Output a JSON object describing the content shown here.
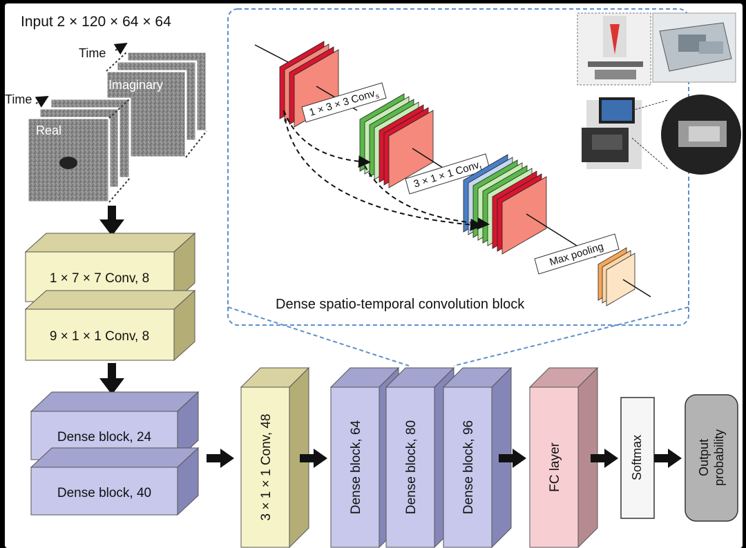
{
  "input": {
    "title": "Input 2 × 120 × 64 × 64",
    "time_label_top": "Time",
    "time_label_left": "Time",
    "imaginary_label": "Imaginary",
    "real_label": "Real"
  },
  "left_stack": {
    "conv_a": "1 × 7 × 7 Conv, 8",
    "conv_b": "9 × 1 × 1 Conv, 8",
    "dense_a": "Dense block, 24",
    "dense_b": "Dense block, 40"
  },
  "pipeline": {
    "conv": "3 × 1 × 1 Conv, 48",
    "dense_64": "Dense block, 64",
    "dense_80": "Dense block, 80",
    "dense_96": "Dense block, 96",
    "fc": "FC layer",
    "softmax": "Softmax",
    "output_line1": "Output",
    "output_line2": "probability"
  },
  "zoom": {
    "caption": "Dense spatio-temporal convolution block",
    "conv_s_main": "1 × 3 × 3 Conv",
    "conv_s_sub": "s",
    "conv_t_main": "3 × 1 × 1 Conv",
    "conv_t_sub": "t",
    "max_pool": "Max pooling"
  },
  "colors": {
    "yellow": "#f7f3c8",
    "yellow_side": "#d8d3a0",
    "purple": "#c7c8ec",
    "purple_side": "#a3a4cf",
    "pink": "#f7cfd3",
    "pink_side": "#cfa3a8",
    "gray_box": "#b9b9b9",
    "red": "#d7162f",
    "salmon": "#f4897c",
    "green": "#5bb84a",
    "light_green": "#c7ecb5",
    "blue": "#4a7fc8",
    "light_blue": "#c6d8f0",
    "orange": "#f5a65b",
    "dashed_border": "#5b8fc9"
  },
  "icons": [
    "arrow-right-icon",
    "arrow-down-icon"
  ]
}
